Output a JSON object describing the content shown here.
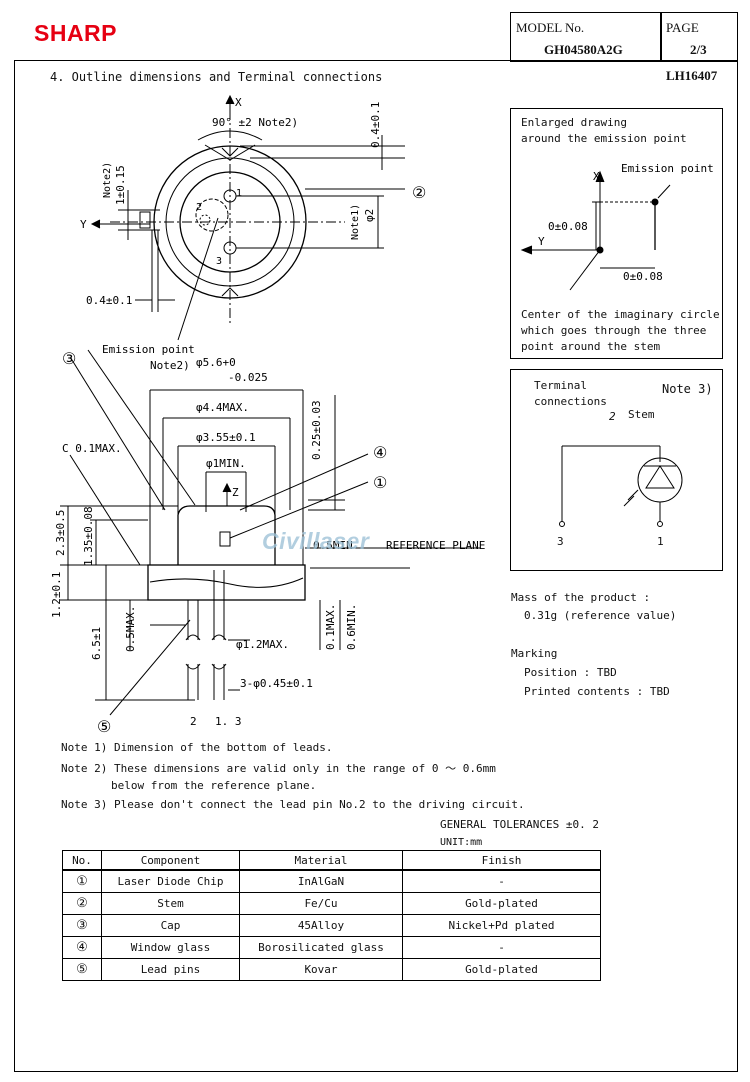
{
  "header": {
    "brand": "SHARP",
    "model_label": "MODEL No.",
    "model_value": "GH04580A2G",
    "page_label": "PAGE",
    "page_value": "2/3"
  },
  "section": {
    "title": "4. Outline dimensions and Terminal connections",
    "part_number": "LH16407"
  },
  "drawing": {
    "axis_x": "X",
    "axis_y": "Y",
    "axis_z": "Z",
    "angle": "90° ±2 Note2)",
    "dim_top_right": "0.4±0.1",
    "dim_left_top": "1±0.15",
    "dim_left_top_note": "Note2)",
    "dim_phi2": "φ2",
    "dim_phi2_note": "Note1)",
    "dim_left_04": "0.4±0.1",
    "pin1": "1",
    "pin2": "2",
    "pin3": "3",
    "emission_point": "Emission point",
    "phi56_note": "Note2)",
    "phi56": "φ5.6+0",
    "phi56_tol": "-0.025",
    "phi44": "φ4.4MAX.",
    "phi355": "φ3.55±0.1",
    "phi1": "φ1MIN.",
    "dim_025": "0.25±0.03",
    "chamfer": "C 0.1MAX.",
    "dim_23": "2.3±0.5",
    "dim_135": "1.35±0.08",
    "dim_05_top": "0.5MIN",
    "reference_plane": "REFERENCE PLANE",
    "dim_12": "1.2±0.1",
    "dim_65": "6.5±1",
    "dim_05max": "0.5MAX.",
    "dim_phi12": "φ1.2MAX.",
    "dim_01": "0.1MAX.",
    "dim_06": "0.6MIN.",
    "dim_leads": "3-φ0.45±0.1",
    "lead_labels_left": "2",
    "lead_labels_right": "1. 3",
    "callout_1": "①",
    "callout_2": "②",
    "callout_3": "③",
    "callout_4": "④",
    "callout_5": "⑤",
    "watermark": "Civillaser"
  },
  "enlarged": {
    "title_line1": "Enlarged drawing",
    "title_line2": "around the emission point",
    "x": "X",
    "y": "Y",
    "emission": "Emission point",
    "dim_y": "0±0.08",
    "dim_x": "0±0.08",
    "caption_line1": "Center of the imaginary circle",
    "caption_line2": "which goes through the three",
    "caption_line3": "point around the stem"
  },
  "terminal": {
    "title_line1": "Terminal",
    "title_line2": "connections",
    "note": "Note 3)",
    "stem_num": "2",
    "stem_label": "Stem",
    "pin_left": "3",
    "pin_right": "1"
  },
  "mass": {
    "label": "Mass of the product :",
    "value": "0.31g (reference value)"
  },
  "marking": {
    "label": "Marking",
    "position": "Position : TBD",
    "printed": "Printed contents : TBD"
  },
  "notes": [
    "Note 1) Dimension of the bottom of leads.",
    "Note 2) These dimensions are valid only in the range of 0 ～ 0.6mm",
    "below from the reference plane.",
    "Note 3) Please don't connect the lead pin No.2 to the driving circuit."
  ],
  "tolerances": {
    "general": "GENERAL TOLERANCES ±0. 2",
    "unit": "UNIT:mm"
  },
  "parts_table": {
    "headers": [
      "No.",
      "Component",
      "Material",
      "Finish"
    ],
    "rows": [
      [
        "①",
        "Laser Diode Chip",
        "InAlGaN",
        "-"
      ],
      [
        "②",
        "Stem",
        "Fe/Cu",
        "Gold-plated"
      ],
      [
        "③",
        "Cap",
        "45Alloy",
        "Nickel+Pd plated"
      ],
      [
        "④",
        "Window glass",
        "Borosilicated glass",
        "-"
      ],
      [
        "⑤",
        "Lead pins",
        "Kovar",
        "Gold-plated"
      ]
    ]
  }
}
